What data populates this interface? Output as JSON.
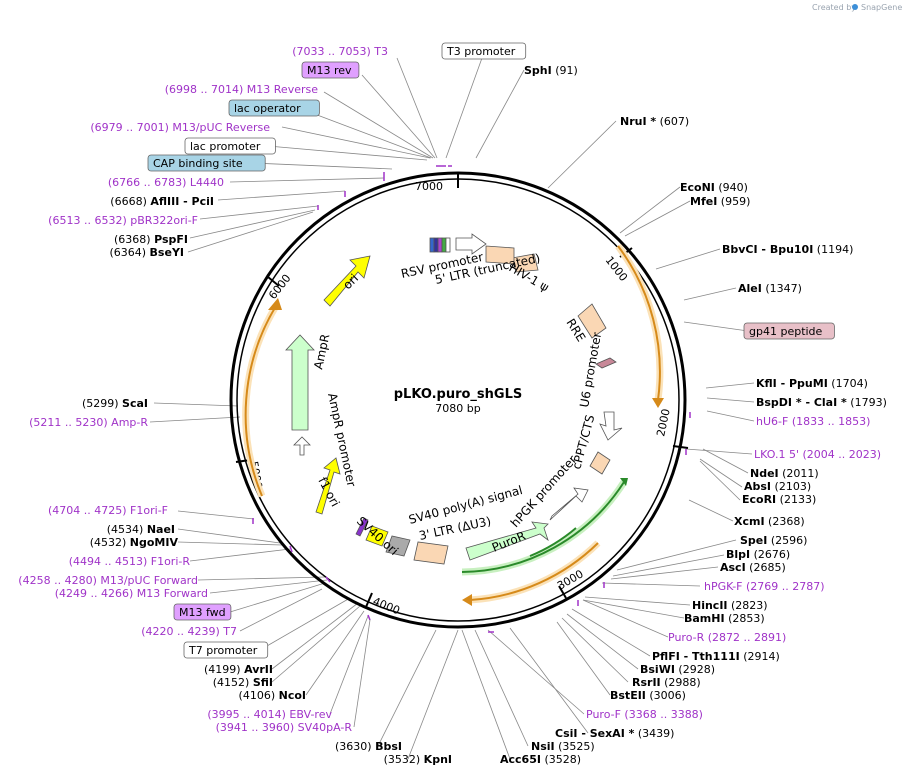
{
  "credit": {
    "prefix": "Created by",
    "brand": "SnapGene"
  },
  "plasmid": {
    "name": "pLKO.puro_shGLS",
    "size": "7080 bp",
    "length": 7080
  },
  "colors": {
    "primer": "#a033c8",
    "ori": "#ffff00",
    "amp": "#ccffcc",
    "ltr": "#fad7b4",
    "promoter": "#ffffff",
    "marker": "#ffa000",
    "puro_arrow": "#33aa33",
    "box_purple": "#e0a0ff",
    "box_blue": "#a8d4e6",
    "box_pink": "#e8c0c8"
  },
  "tick_labels": [
    "7000",
    "1000",
    "2000",
    "3000",
    "4000",
    "5000",
    "6000"
  ],
  "labels": [
    {
      "t": "(7033 .. 7053)  T3",
      "c": "p"
    },
    {
      "t": "T3 promoter",
      "c": "box"
    },
    {
      "t": "M13 rev",
      "c": "boxp"
    },
    {
      "n": "SphI",
      "v": "(91)"
    },
    {
      "t": "(6998 .. 7014)  M13 Reverse",
      "c": "p"
    },
    {
      "t": "lac operator",
      "c": "boxb"
    },
    {
      "n": "NruI *",
      "v": "(607)"
    },
    {
      "t": "(6979 .. 7001)  M13/pUC Reverse",
      "c": "p"
    },
    {
      "t": "lac promoter",
      "c": "box"
    },
    {
      "t": "CAP binding site",
      "c": "boxb"
    },
    {
      "t": "(6766 .. 6783)  L4440",
      "c": "p"
    },
    {
      "n": "EcoNI",
      "v": "(940)"
    },
    {
      "n": "MfeI",
      "v": "(959)"
    },
    {
      "v": "(6668)",
      "n": "AflIII   - PciI"
    },
    {
      "t": "(6513 .. 6532)  pBR322ori-F",
      "c": "p"
    },
    {
      "v": "(6368)",
      "n": "PspFI"
    },
    {
      "v": "(6364)",
      "n": "BseYI"
    },
    {
      "n": "BbvCI   - Bpu10I",
      "v": "(1194)"
    },
    {
      "n": "AleI",
      "v": "(1347)"
    },
    {
      "t": "gp41 peptide",
      "c": "boxk"
    },
    {
      "n": "KflI   - PpuMI",
      "v": "(1704)"
    },
    {
      "v": "(5299)",
      "n": "ScaI"
    },
    {
      "n": "BspDI *  - ClaI *",
      "v": "(1793)"
    },
    {
      "t": "(5211 .. 5230)  Amp-R",
      "c": "p"
    },
    {
      "t": "hU6-F   (1833 .. 1853)",
      "c": "p"
    },
    {
      "t": "LKO.1 5'   (2004 .. 2023)",
      "c": "p"
    },
    {
      "n": "NdeI",
      "v": "(2011)"
    },
    {
      "n": "AbsI",
      "v": "(2103)"
    },
    {
      "n": "EcoRI",
      "v": "(2133)"
    },
    {
      "t": "(4704 .. 4725)  F1ori-F",
      "c": "p"
    },
    {
      "n": "XcmI",
      "v": "(2368)"
    },
    {
      "v": "(4534)",
      "n": "NaeI"
    },
    {
      "v": "(4532)",
      "n": "NgoMIV"
    },
    {
      "n": "SpeI",
      "v": "(2596)"
    },
    {
      "n": "BlpI",
      "v": "(2676)"
    },
    {
      "t": "(4494 .. 4513)  F1ori-R",
      "c": "p"
    },
    {
      "n": "AscI",
      "v": "(2685)"
    },
    {
      "t": "hPGK-F   (2769 .. 2787)",
      "c": "p"
    },
    {
      "t": "(4258 .. 4280)  M13/pUC Forward",
      "c": "p"
    },
    {
      "t": "(4249 .. 4266)  M13 Forward",
      "c": "p"
    },
    {
      "n": "HincII",
      "v": "(2823)"
    },
    {
      "t": "M13 fwd",
      "c": "boxp"
    },
    {
      "n": "BamHI",
      "v": "(2853)"
    },
    {
      "t": "(4220 .. 4239)  T7",
      "c": "p"
    },
    {
      "t": "Puro-R   (2872 .. 2891)",
      "c": "p"
    },
    {
      "t": "T7 promoter",
      "c": "box"
    },
    {
      "n": "PflFI   - Tth111I",
      "v": "(2914)"
    },
    {
      "v": "(4199)",
      "n": "AvrII"
    },
    {
      "n": "BsiWI",
      "v": "(2928)"
    },
    {
      "v": "(4152)",
      "n": "SfiI"
    },
    {
      "n": "RsrII",
      "v": "(2988)"
    },
    {
      "v": "(4106)",
      "n": "NcoI"
    },
    {
      "n": "BstEII",
      "v": "(3006)"
    },
    {
      "t": "(3995 .. 4014)  EBV-rev",
      "c": "p"
    },
    {
      "t": "Puro-F   (3368 .. 3388)",
      "c": "p"
    },
    {
      "t": "(3941 .. 3960)  SV40pA-R",
      "c": "p"
    },
    {
      "n": "CsiI   - SexAI *",
      "v": "(3439)"
    },
    {
      "v": "(3630)",
      "n": "BbsI"
    },
    {
      "n": "NsiI",
      "v": "(3525)"
    },
    {
      "v": "(3532)",
      "n": "KpnI"
    },
    {
      "n": "Acc65I",
      "v": "(3528)"
    }
  ],
  "features": [
    "RSV promoter",
    "5' LTR (truncated)",
    "HIV-1 ψ",
    "RRE",
    "U6 promoter",
    "cPPT/CTS",
    "hPGK promoter",
    "PuroR",
    "SV40 poly(A) signal",
    "3' LTR (ΔU3)",
    "SV40 ori",
    "f1 ori",
    "AmpR promoter",
    "AmpR",
    "ori"
  ]
}
